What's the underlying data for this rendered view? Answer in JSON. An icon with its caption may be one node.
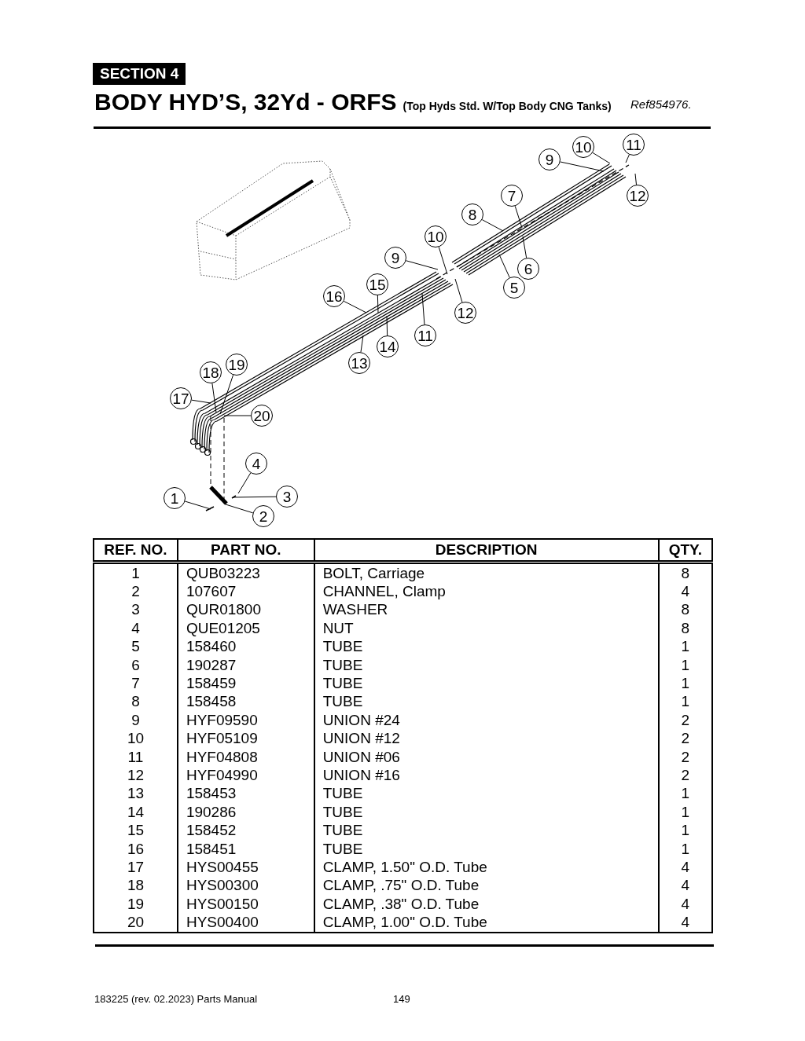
{
  "diagram": {
    "title": "BODY HYD’S, 32Yd - ORFS",
    "nodes": [
      {
        "text": [
          "11"
        ]
      },
      {
        "text": [
          "10"
        ]
      },
      {
        "text": [
          "9"
        ]
      },
      {
        "text": [
          "7"
        ]
      },
      {
        "text": [
          "12"
        ]
      },
      {
        "text": [
          "8"
        ]
      },
      {
        "text": [
          "10"
        ]
      },
      {
        "text": [
          "9"
        ]
      },
      {
        "text": [
          "6"
        ]
      },
      {
        "text": [
          "15"
        ]
      },
      {
        "text": [
          "5"
        ]
      },
      {
        "text": [
          "16"
        ]
      },
      {
        "text": [
          "12"
        ]
      },
      {
        "text": [
          "11"
        ]
      },
      {
        "text": [
          "14"
        ]
      },
      {
        "text": [
          "13"
        ]
      },
      {
        "text": [
          "19"
        ]
      },
      {
        "text": [
          "18"
        ]
      },
      {
        "text": [
          "17"
        ]
      },
      {
        "text": [
          "20"
        ]
      },
      {
        "text": [
          "4"
        ]
      },
      {
        "text": [
          "1"
        ]
      },
      {
        "text": [
          "3"
        ]
      },
      {
        "text": [
          "2"
        ]
      }
    ],
    "edges": [
      {
        "from": 0,
        "to": null,
        "arrow": "none"
      },
      {
        "from": 1,
        "to": null,
        "arrow": "none"
      },
      {
        "from": 2,
        "to": null,
        "arrow": "none"
      },
      {
        "from": 3,
        "to": null,
        "arrow": "none"
      },
      {
        "from": 4,
        "to": null,
        "arrow": "none"
      },
      {
        "from": 5,
        "to": null,
        "arrow": "none"
      },
      {
        "from": 6,
        "to": null,
        "arrow": "none"
      },
      {
        "from": 7,
        "to": null,
        "arrow": "none"
      },
      {
        "from": 8,
        "to": null,
        "arrow": "none"
      },
      {
        "from": 9,
        "to": null,
        "arrow": "none"
      },
      {
        "from": 10,
        "to": null,
        "arrow": "none"
      },
      {
        "from": 11,
        "to": null,
        "arrow": "none"
      },
      {
        "from": 12,
        "to": null,
        "arrow": "none"
      },
      {
        "from": 13,
        "to": null,
        "arrow": "none"
      },
      {
        "from": 14,
        "to": null,
        "arrow": "none"
      },
      {
        "from": 15,
        "to": null,
        "arrow": "none"
      },
      {
        "from": 16,
        "to": null,
        "arrow": "none"
      },
      {
        "from": 17,
        "to": null,
        "arrow": "none"
      },
      {
        "from": 18,
        "to": null,
        "arrow": "none"
      },
      {
        "from": 19,
        "to": null,
        "arrow": "none"
      },
      {
        "from": 20,
        "to": null,
        "arrow": "none"
      },
      {
        "from": 21,
        "to": null,
        "arrow": "none"
      },
      {
        "from": 22,
        "to": null,
        "arrow": "none"
      },
      {
        "from": 23,
        "to": null,
        "arrow": "none"
      }
    ],
    "labels": [
      "SECTION 4",
      "(Top Hyds Std. W/Top Body CNG Tanks)",
      "Ref854976.",
      "REF. NO.",
      "PART NO.",
      "DESCRIPTION",
      "QTY.",
      "1",
      "QUB03223",
      "BOLT, Carriage",
      "8",
      "2",
      "107607",
      "CHANNEL, Clamp",
      "4",
      "3",
      "QUR01800",
      "WASHER",
      "8",
      "4",
      "QUE01205",
      "NUT",
      "8",
      "5",
      "158460",
      "TUBE",
      "1",
      "6",
      "190287",
      "TUBE",
      "1",
      "7",
      "158459",
      "TUBE",
      "1",
      "8",
      "158458",
      "TUBE",
      "1",
      "9",
      "HYF09590",
      "UNION #24",
      "2",
      "10",
      "HYF05109",
      "UNION #12",
      "2",
      "11",
      "HYF04808",
      "UNION #06",
      "2",
      "12",
      "HYF04990",
      "UNION #16",
      "2",
      "13",
      "158453",
      "TUBE",
      "1",
      "14",
      "190286",
      "TUBE",
      "1",
      "15",
      "158452",
      "TUBE",
      "1",
      "16",
      "158451",
      "TUBE",
      "1",
      "17",
      "HYS00455",
      "CLAMP, 1.50\" O.D. Tube",
      "4",
      "18",
      "HYS00300",
      "CLAMP, .75\" O.D. Tube",
      "4",
      "19",
      "HYS00150",
      "CLAMP, .38\" O.D. Tube",
      "4",
      "20",
      "HYS00400",
      "CLAMP, 1.00\" O.D. Tube",
      "4",
      "183225 (rev. 02.2023) Parts Manual",
      "149"
    ]
  }
}
